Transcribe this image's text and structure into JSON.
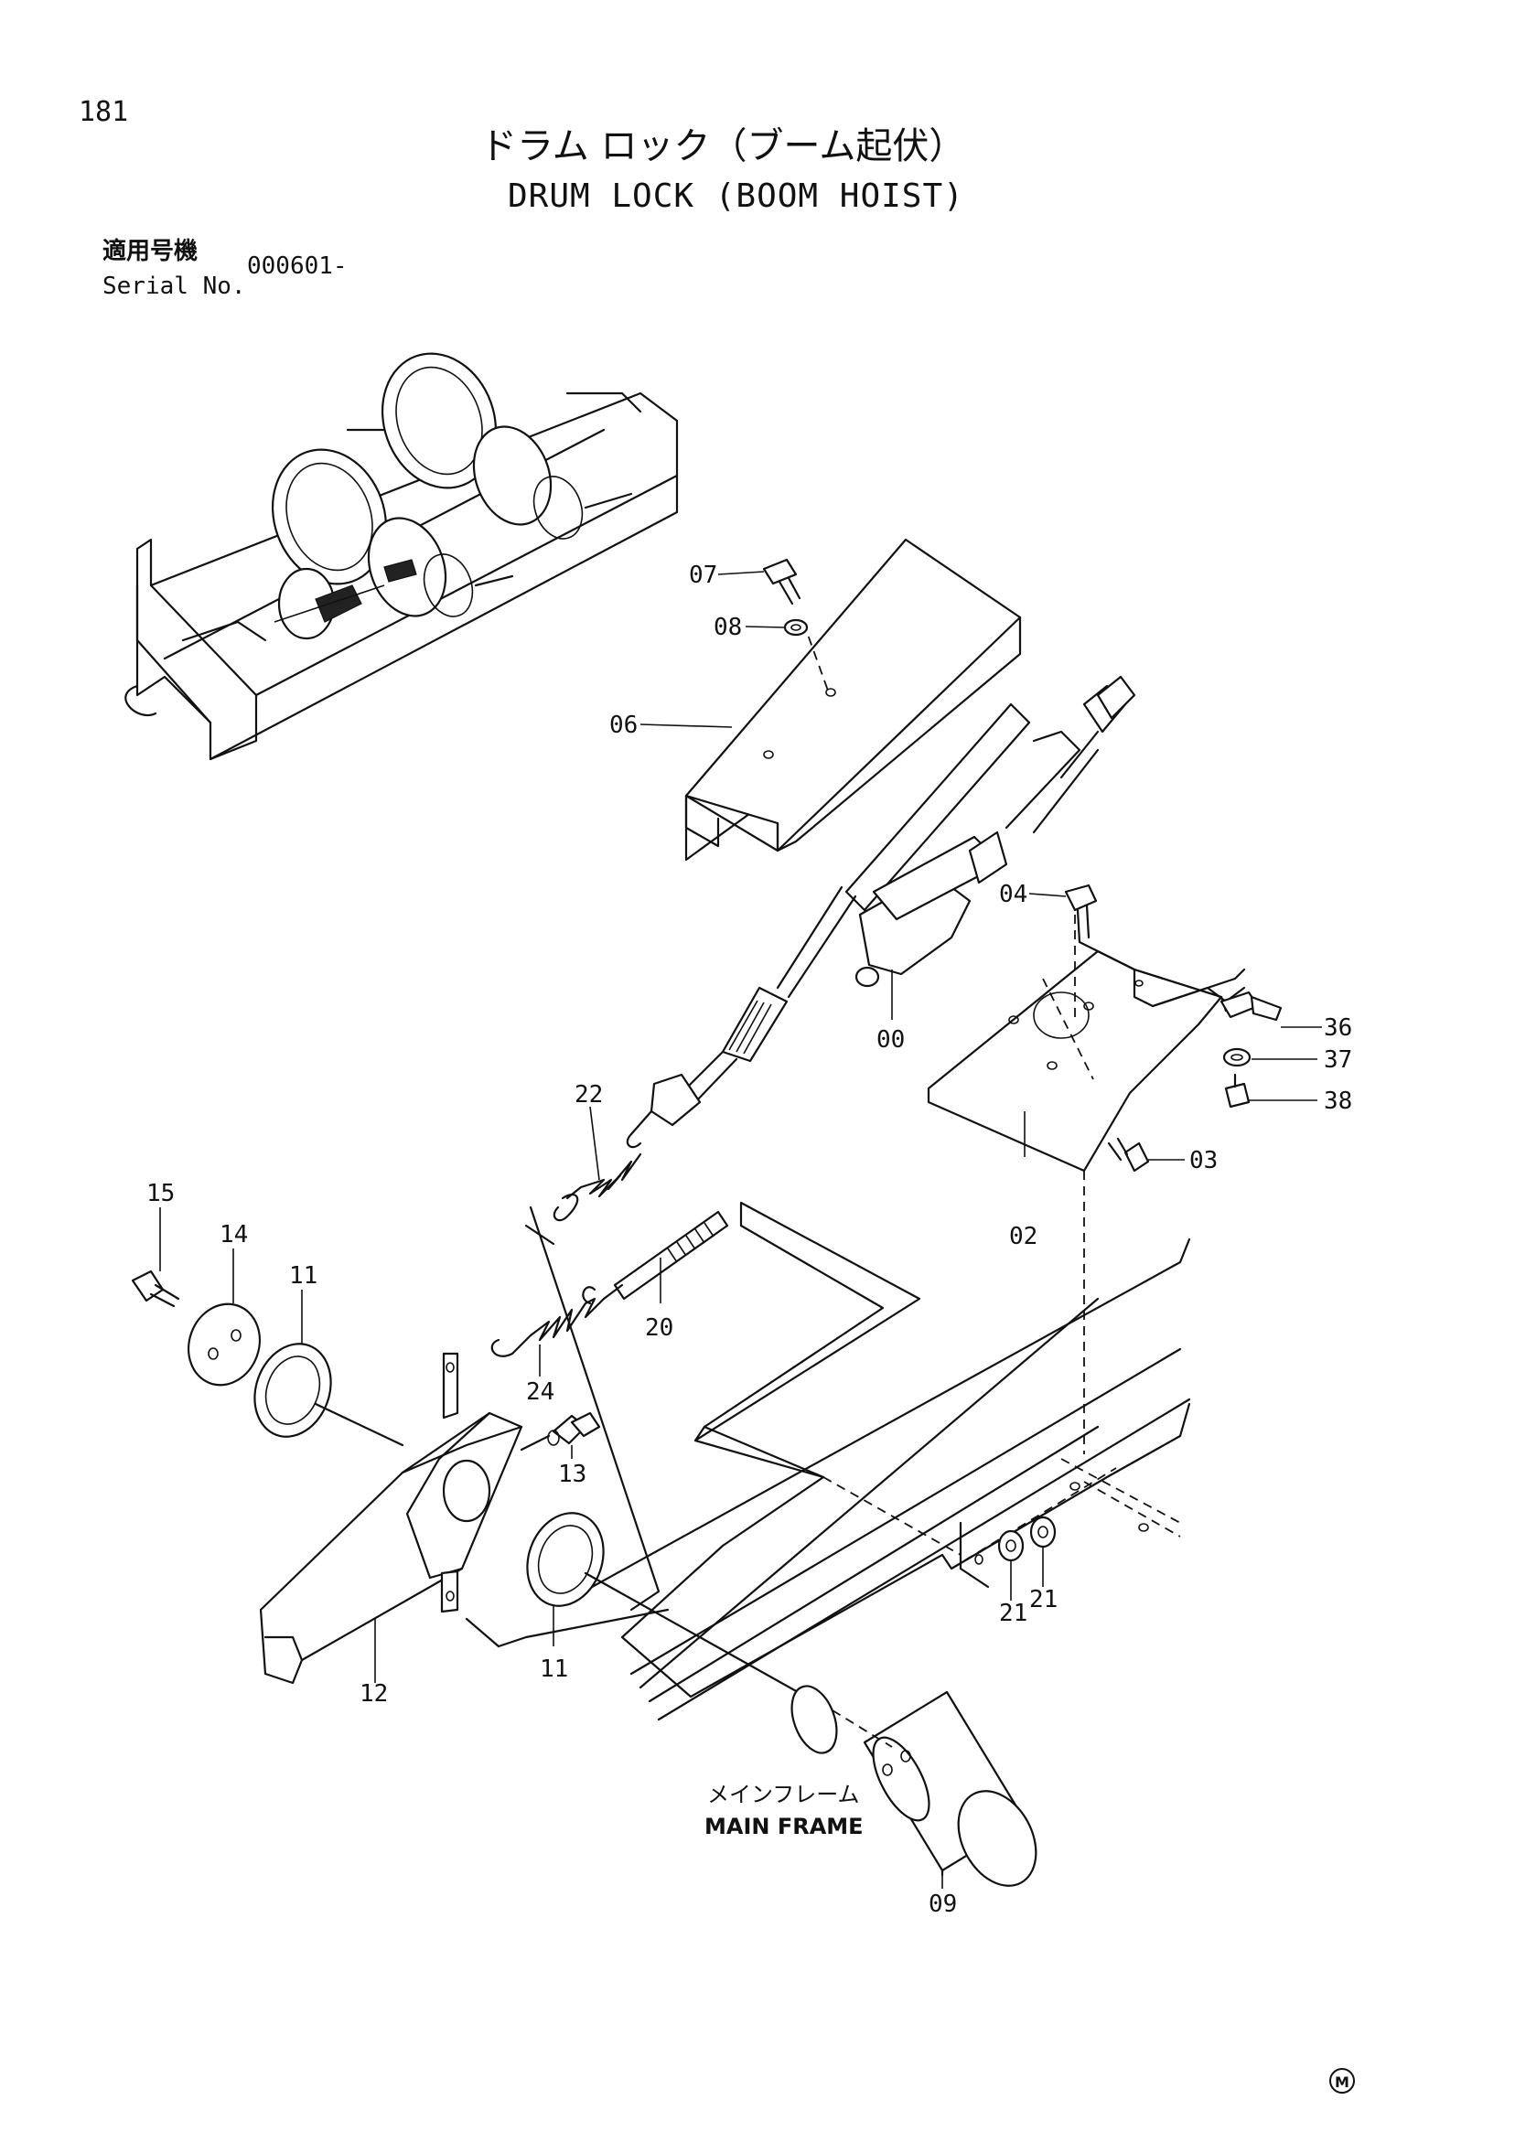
{
  "page": {
    "number": "181",
    "title_jp": "ドラム ロック（ブーム起伏）",
    "title_en": "DRUM LOCK (BOOM HOIST)",
    "serial_label_jp": "適用号機",
    "serial_label_en": "Serial No.",
    "serial_value": "000601-"
  },
  "frame_label": {
    "jp": "メインフレーム",
    "en": "MAIN FRAME"
  },
  "part_labels": {
    "p00": "00",
    "p02": "02",
    "p03": "03",
    "p04": "04",
    "p06": "06",
    "p07": "07",
    "p08": "08",
    "p09": "09",
    "p11a": "11",
    "p11b": "11",
    "p12": "12",
    "p13": "13",
    "p14": "14",
    "p15": "15",
    "p20": "20",
    "p21a": "21",
    "p21b": "21",
    "p22": "22",
    "p24": "24",
    "p36": "36",
    "p37": "37",
    "p38": "38"
  },
  "corner_mark": "M"
}
